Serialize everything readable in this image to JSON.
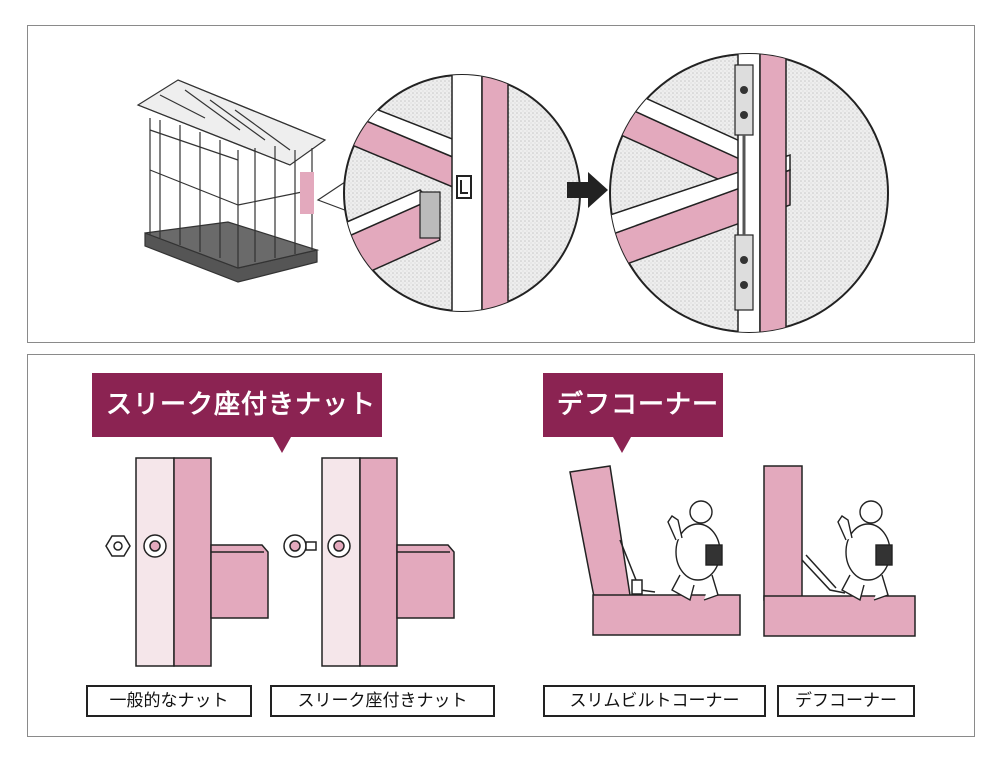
{
  "callouts": {
    "sleek_nut": "スリーク座付きナット",
    "def_corner": "デフコーナー"
  },
  "labels": {
    "general_nut": "一般的なナット",
    "sleek_nut": "スリーク座付きナット",
    "slim_built_corner": "スリムビルトコーナー",
    "def_corner": "デフコーナー"
  },
  "colors": {
    "accent": "#8b2352",
    "timber_pink": "#e3a9bd",
    "timber_light": "#f5e6ea",
    "outline": "#2a2a2a"
  }
}
